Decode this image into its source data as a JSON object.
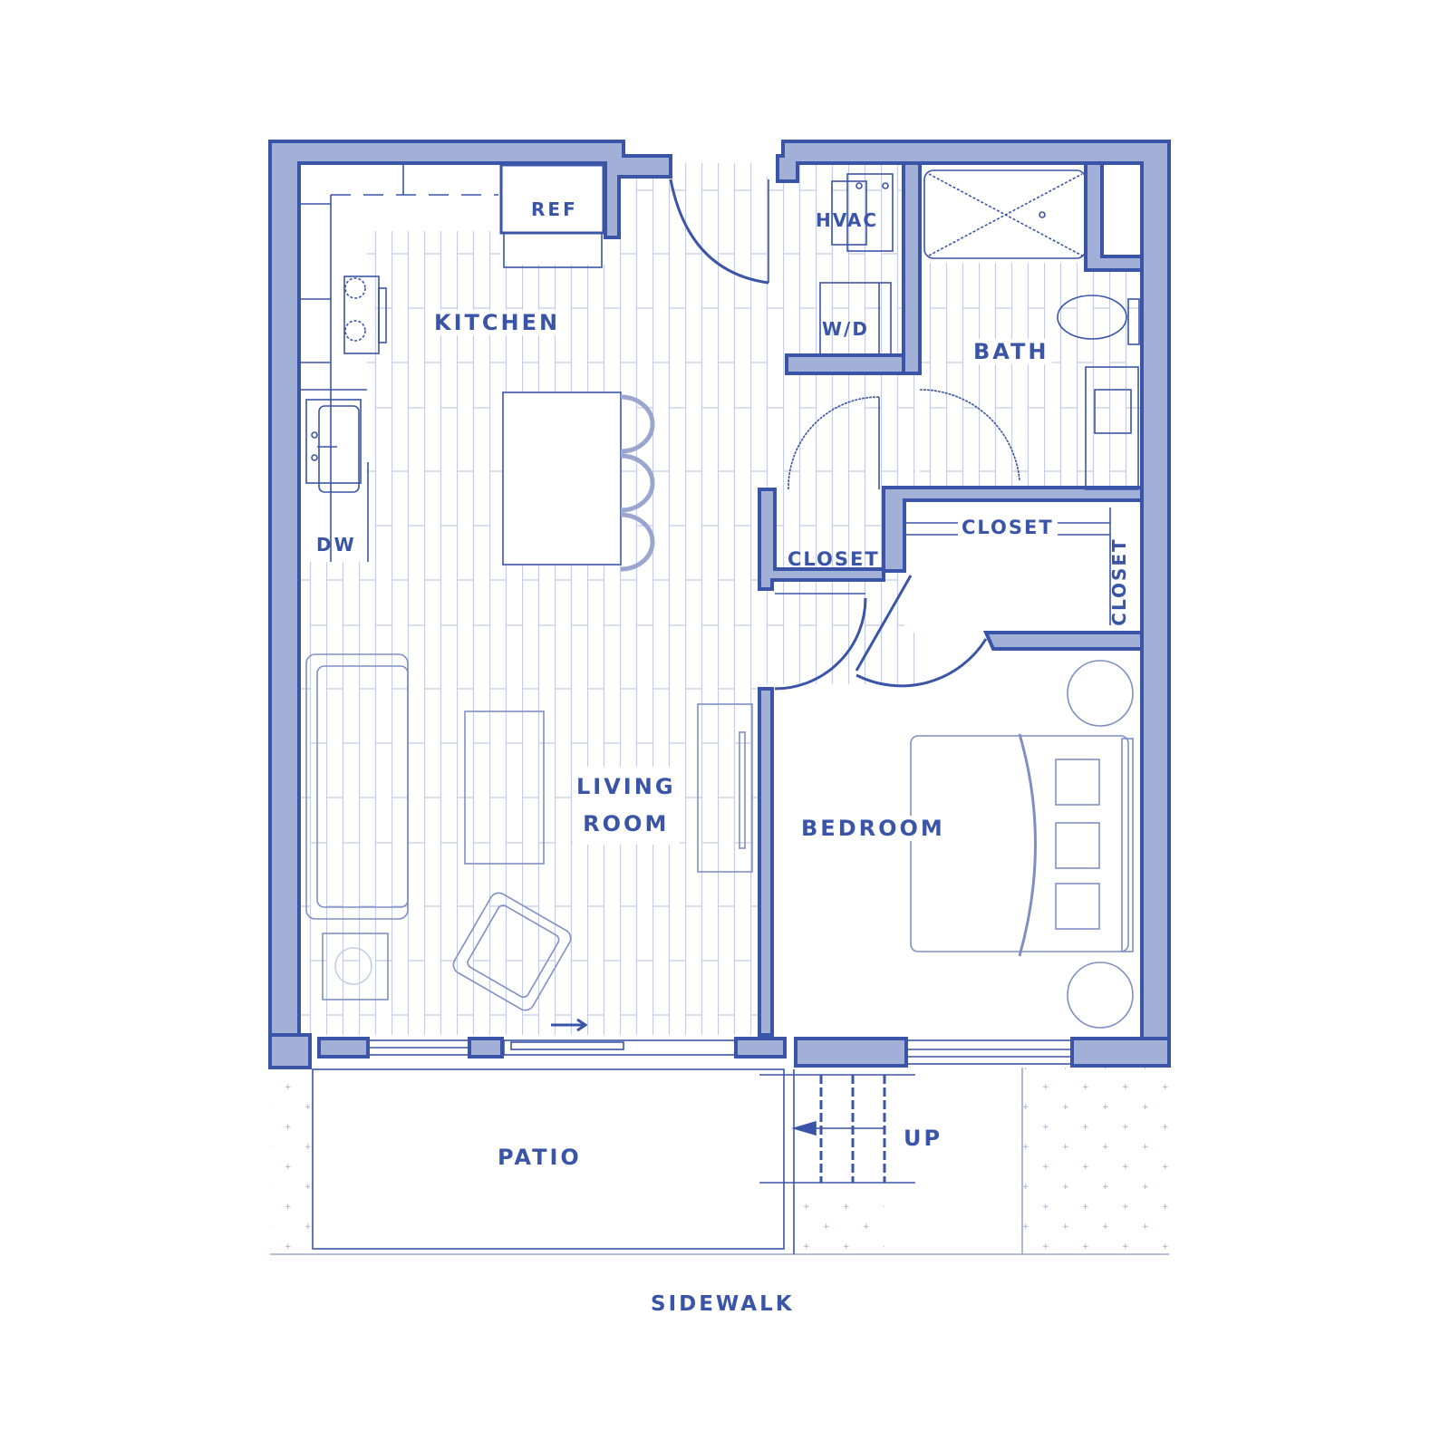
{
  "diagram": {
    "type": "floor-plan",
    "colors": {
      "wall_fill": "#a2b0d8",
      "line": "#3a55a8",
      "floor_plank": "#c5cce6",
      "label": "#3a55a8",
      "background": "#ffffff"
    }
  },
  "rooms": {
    "ref": "REF",
    "kitchen": "KITCHEN",
    "hvac": "HVAC",
    "wd": "W/D",
    "bath": "BATH",
    "dw": "DW",
    "closet_hall": "CLOSET",
    "closet_bedroom_top": "CLOSET",
    "closet_bedroom_side": "CLOSET",
    "living_room_line1": "LIVING",
    "living_room_line2": "ROOM",
    "bedroom": "BEDROOM",
    "patio": "PATIO",
    "stairs": "UP",
    "sidewalk": "SIDEWALK"
  }
}
